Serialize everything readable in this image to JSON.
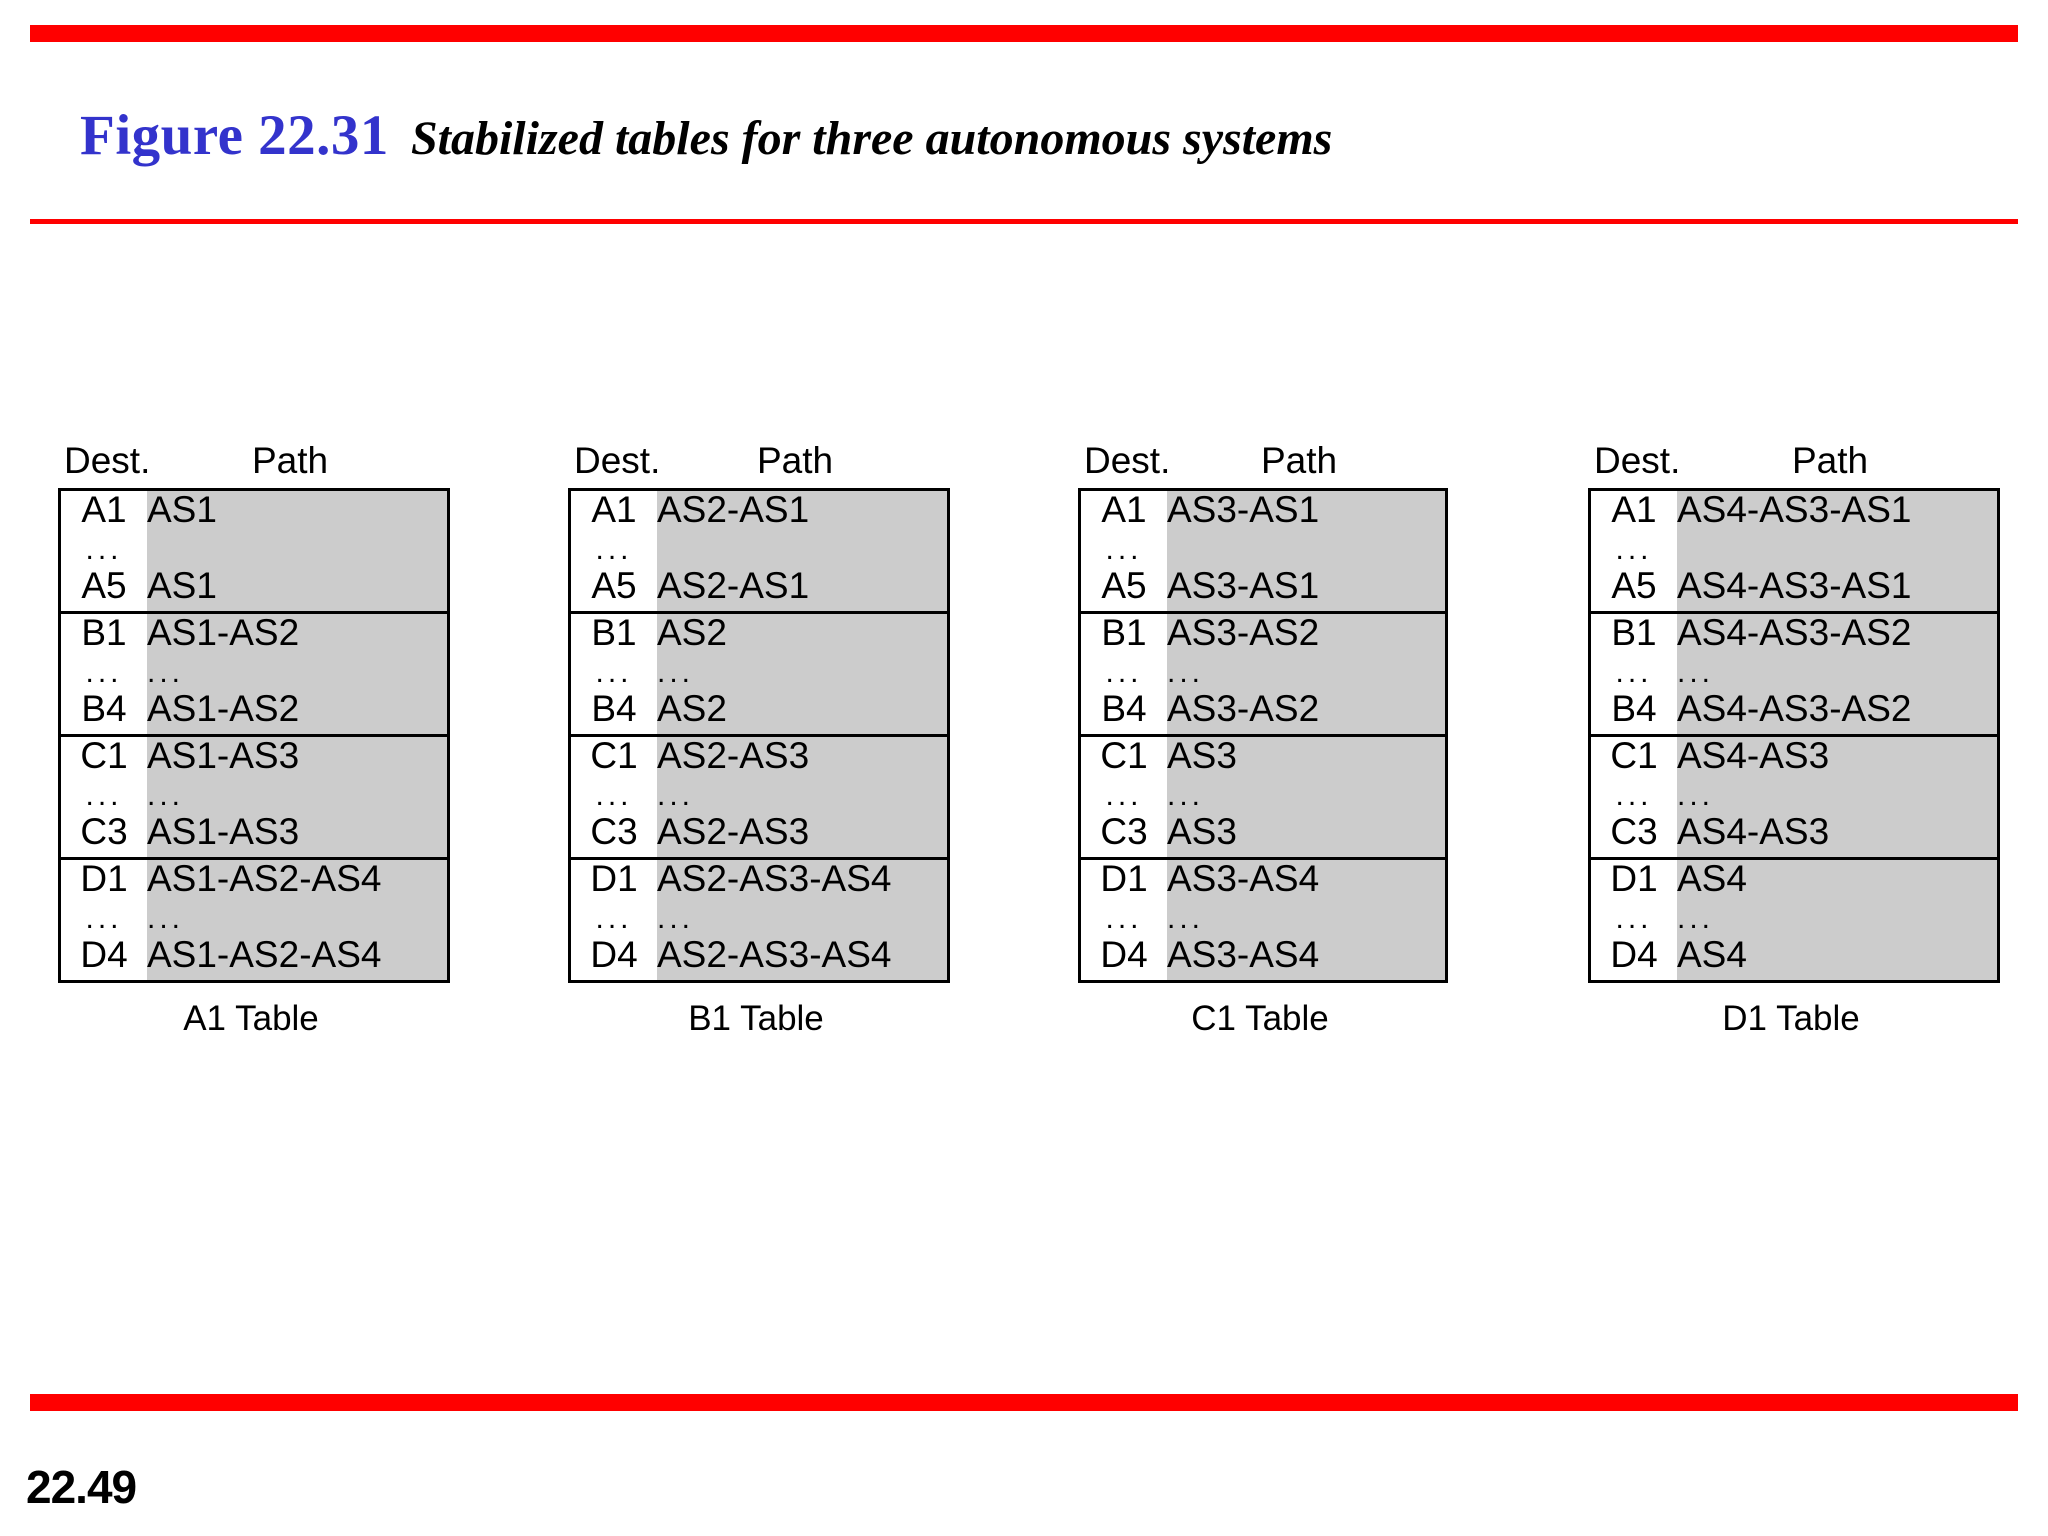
{
  "slide": {
    "figure_number": "Figure 22.31",
    "figure_title": "Stabilized tables for three autonomous systems",
    "page_number": "22.49",
    "accent_color": "#ff0000",
    "figure_number_color": "#3333cc",
    "path_cell_color": "#cccccc"
  },
  "column_headers": {
    "dest": "Dest.",
    "path": "Path"
  },
  "ellipsis": "...",
  "tables": [
    {
      "caption": "A1 Table",
      "groups": [
        {
          "dest_first": "A1",
          "dest_dots": "...",
          "dest_last": "A5",
          "path_first": "AS1",
          "path_dots": "",
          "path_last": "AS1"
        },
        {
          "dest_first": "B1",
          "dest_dots": "...",
          "dest_last": "B4",
          "path_first": "AS1-AS2",
          "path_dots": "...",
          "path_last": "AS1-AS2"
        },
        {
          "dest_first": "C1",
          "dest_dots": "...",
          "dest_last": "C3",
          "path_first": "AS1-AS3",
          "path_dots": "...",
          "path_last": "AS1-AS3"
        },
        {
          "dest_first": "D1",
          "dest_dots": "...",
          "dest_last": "D4",
          "path_first": "AS1-AS2-AS4",
          "path_dots": "...",
          "path_last": "AS1-AS2-AS4"
        }
      ]
    },
    {
      "caption": "B1 Table",
      "groups": [
        {
          "dest_first": "A1",
          "dest_dots": "...",
          "dest_last": "A5",
          "path_first": "AS2-AS1",
          "path_dots": "",
          "path_last": "AS2-AS1"
        },
        {
          "dest_first": "B1",
          "dest_dots": "...",
          "dest_last": "B4",
          "path_first": "AS2",
          "path_dots": "...",
          "path_last": "AS2"
        },
        {
          "dest_first": "C1",
          "dest_dots": "...",
          "dest_last": "C3",
          "path_first": "AS2-AS3",
          "path_dots": "...",
          "path_last": "AS2-AS3"
        },
        {
          "dest_first": "D1",
          "dest_dots": "...",
          "dest_last": "D4",
          "path_first": "AS2-AS3-AS4",
          "path_dots": "...",
          "path_last": "AS2-AS3-AS4"
        }
      ]
    },
    {
      "caption": "C1 Table",
      "groups": [
        {
          "dest_first": "A1",
          "dest_dots": "...",
          "dest_last": "A5",
          "path_first": "AS3-AS1",
          "path_dots": "",
          "path_last": "AS3-AS1"
        },
        {
          "dest_first": "B1",
          "dest_dots": "...",
          "dest_last": "B4",
          "path_first": "AS3-AS2",
          "path_dots": "...",
          "path_last": "AS3-AS2"
        },
        {
          "dest_first": "C1",
          "dest_dots": "...",
          "dest_last": "C3",
          "path_first": "AS3",
          "path_dots": "...",
          "path_last": "AS3"
        },
        {
          "dest_first": "D1",
          "dest_dots": "...",
          "dest_last": "D4",
          "path_first": "AS3-AS4",
          "path_dots": "...",
          "path_last": "AS3-AS4"
        }
      ]
    },
    {
      "caption": "D1 Table",
      "groups": [
        {
          "dest_first": "A1",
          "dest_dots": "...",
          "dest_last": "A5",
          "path_first": "AS4-AS3-AS1",
          "path_dots": "",
          "path_last": "AS4-AS3-AS1"
        },
        {
          "dest_first": "B1",
          "dest_dots": "...",
          "dest_last": "B4",
          "path_first": "AS4-AS3-AS2",
          "path_dots": "...",
          "path_last": "AS4-AS3-AS2"
        },
        {
          "dest_first": "C1",
          "dest_dots": "...",
          "dest_last": "C3",
          "path_first": "AS4-AS3",
          "path_dots": "...",
          "path_last": "AS4-AS3"
        },
        {
          "dest_first": "D1",
          "dest_dots": "...",
          "dest_last": "D4",
          "path_first": "AS4",
          "path_dots": "...",
          "path_last": "AS4"
        }
      ]
    }
  ]
}
